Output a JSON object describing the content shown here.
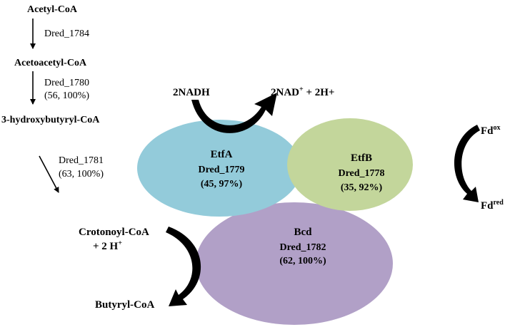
{
  "pathway": {
    "metabolites": {
      "acetyl_coa": "Acetyl-CoA",
      "acetoacetyl_coa": "Acetoacetyl-CoA",
      "hydroxybutyryl_coa": "3-hydroxybutyryl-CoA",
      "crotonoyl_coa": "Crotonoyl-CoA",
      "crotonoyl_suffix": "+ 2 H",
      "crotonoyl_sup": "+",
      "butyryl_coa": "Butyryl-CoA"
    },
    "enzymes": {
      "step1": {
        "gene": "Dred_1784"
      },
      "step2": {
        "gene": "Dred_1780",
        "stats": "(56, 100%)"
      },
      "step3": {
        "gene": "Dred_1781",
        "stats": "(63, 100%)"
      }
    }
  },
  "complex": {
    "etfa": {
      "name": "EtfA",
      "gene": "Dred_1779",
      "stats": "(45, 97%)",
      "color": "#93cbda"
    },
    "etfb": {
      "name": "EtfB",
      "gene": "Dred_1778",
      "stats": "(35, 92%)",
      "color": "#c3d69b"
    },
    "bcd": {
      "name": "Bcd",
      "gene": "Dred_1782",
      "stats": "(62, 100%)",
      "color": "#b1a0c7"
    }
  },
  "cofactors": {
    "nadh": "2NADH",
    "nad_prefix": "2NAD",
    "nad_sup": "+",
    "nad_suffix": " + 2H+",
    "fd": "Fd",
    "fd_ox_sup": "ox",
    "fd_red_sup": "red"
  }
}
